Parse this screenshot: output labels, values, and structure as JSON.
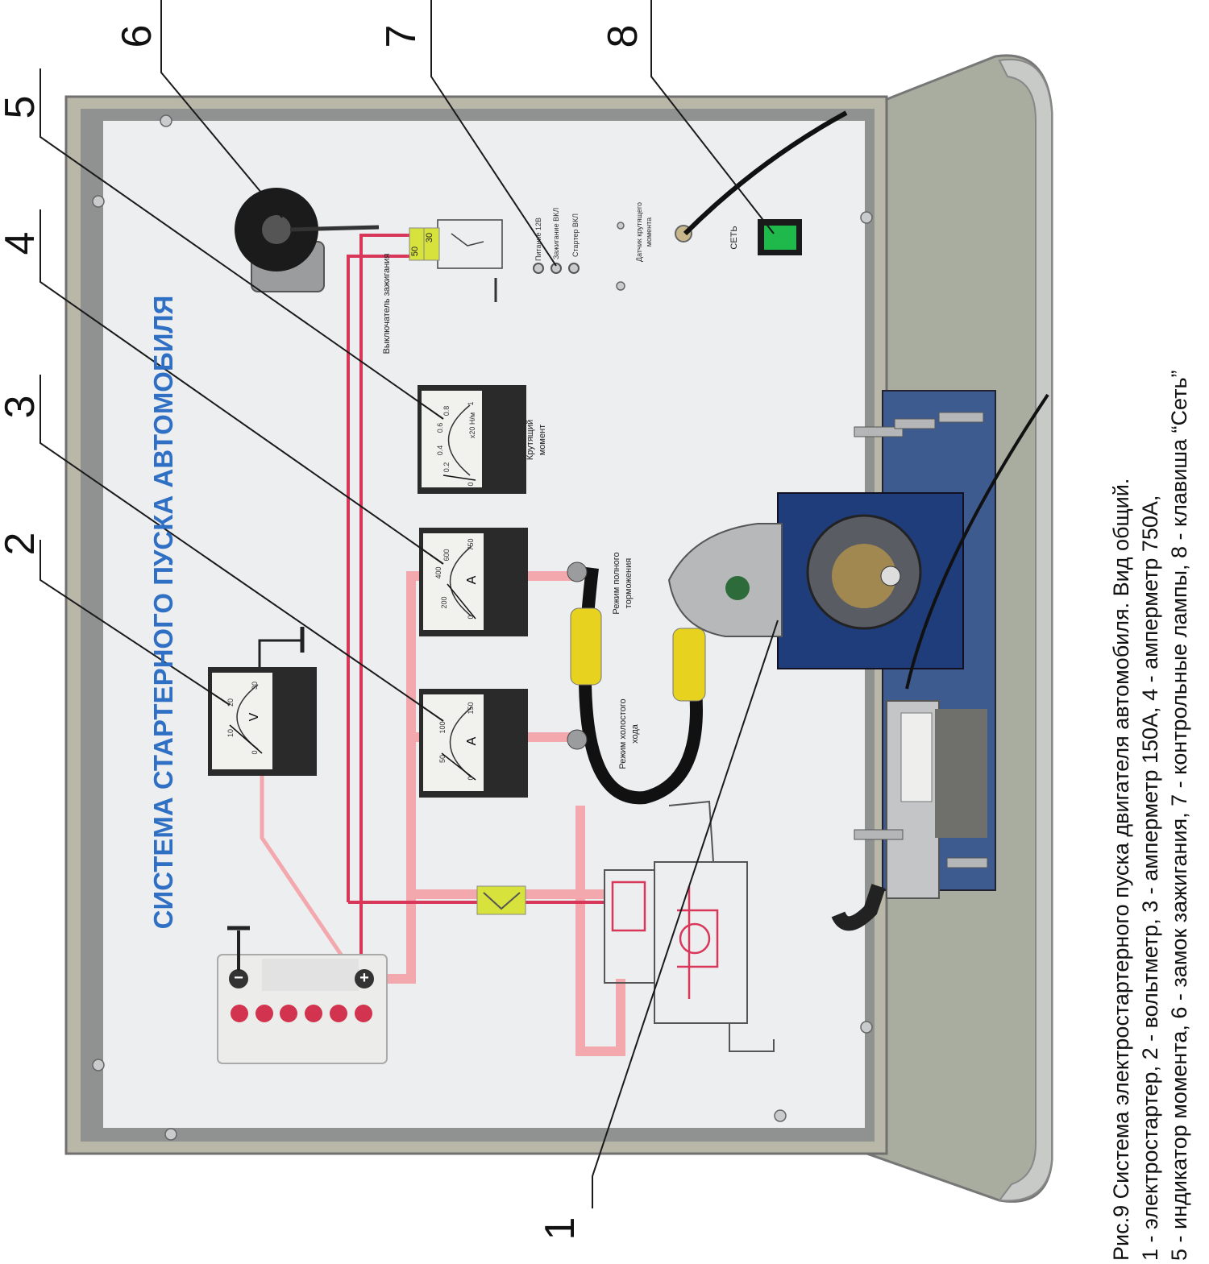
{
  "panel": {
    "title": "СИСТЕМА СТАРТЕРНОГО ПУСКА АВТОМОБИЛЯ",
    "ignition_switch_label": "Выключатель зажигания",
    "terminal_50": "50",
    "terminal_30": "30",
    "lamps": [
      "Питание 12В",
      "Зажигание ВКЛ",
      "Стартер ВКЛ"
    ],
    "torque_sensor_label": "Датчик крутящего момента",
    "network_label": "СЕТЬ",
    "torque_meter_label": "Крутящий момент",
    "full_brake_label": "Режим полного торможения",
    "idle_label": "Режим холостого хода",
    "voltmeter": {
      "unit": "V",
      "ticks": [
        "0",
        "10",
        "20",
        "30"
      ]
    },
    "ammeter_150": {
      "unit": "A",
      "ticks": [
        "0",
        "50",
        "100",
        "150"
      ]
    },
    "ammeter_750": {
      "unit": "A",
      "ticks": [
        "0",
        "200",
        "400",
        "600",
        "750"
      ]
    },
    "torque_meter": {
      "unit": "x20 Н/м",
      "ticks": [
        "0",
        "0.2",
        "0.4",
        "0.6",
        "0.8",
        "1"
      ]
    },
    "battery_plus": "+",
    "battery_minus": "−"
  },
  "callouts": [
    "1",
    "2",
    "3",
    "4",
    "5",
    "6",
    "7",
    "8"
  ],
  "caption": {
    "line1": "Рис.9 Система электростартерного пуска двигателя автомобиля. Вид общий.",
    "line2": "1 - электростартер, 2 - вольтметр, 3 - амперметр 150А, 4 - амперметр 750А,",
    "line3": "5 - индикатор момента, 6 - замок зажигания, 7 - контрольные лампы, 8 - клавиша “Сеть”"
  },
  "colors": {
    "wire_red": "#d8375a",
    "wire_pink": "#f2a8ad",
    "title_blue": "#2f6fc4",
    "panel_white": "#eceef0",
    "frame_gray": "#8c8f90",
    "switch_green": "#1fb84a",
    "terminal_yellow": "#d8e23c",
    "bracket_blue": "#1f3d7a"
  }
}
